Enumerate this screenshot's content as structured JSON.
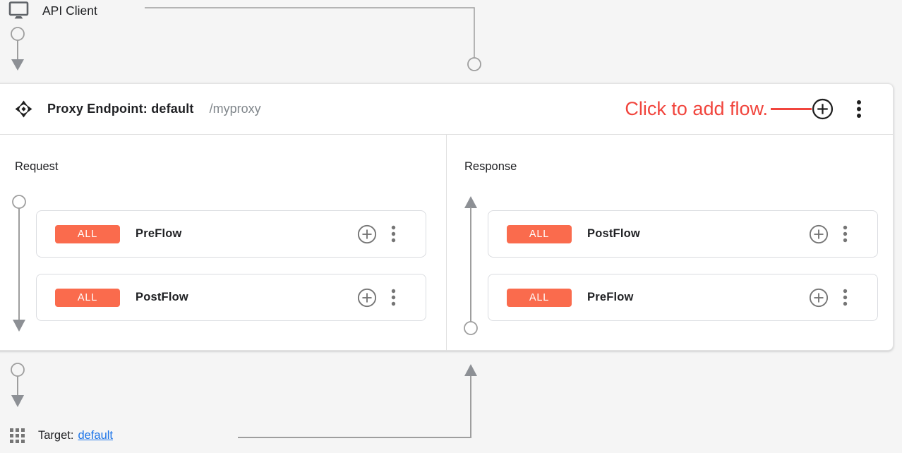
{
  "colors": {
    "page_background": "#f5f5f5",
    "panel_background": "#ffffff",
    "badge_background": "#fa6b4d",
    "annotation_red": "#f1453d",
    "link_blue": "#1a73e8",
    "connector_gray": "#9e9e9e",
    "text_primary": "#202124",
    "text_secondary": "#80868b"
  },
  "api_client": {
    "icon": "monitor-icon",
    "label": "API Client"
  },
  "proxy_endpoint": {
    "icon": "move-icon",
    "title": "Proxy Endpoint: default",
    "base_path": "/myproxy",
    "annotation": "Click to add flow.",
    "add_flow_icon": "plus-circle-icon",
    "menu_icon": "kebab-menu-icon",
    "request": {
      "label": "Request",
      "flows": [
        {
          "badge": "ALL",
          "name": "PreFlow"
        },
        {
          "badge": "ALL",
          "name": "PostFlow"
        }
      ]
    },
    "response": {
      "label": "Response",
      "flows": [
        {
          "badge": "ALL",
          "name": "PostFlow"
        },
        {
          "badge": "ALL",
          "name": "PreFlow"
        }
      ]
    }
  },
  "target": {
    "icon": "grid-icon",
    "label": "Target:",
    "link": "default"
  }
}
